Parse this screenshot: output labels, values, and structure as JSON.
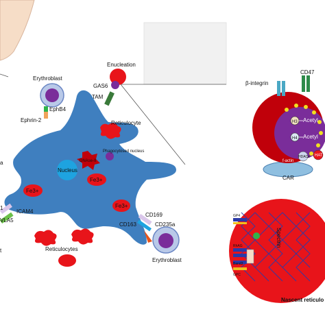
{
  "labels": {
    "erythroblast_top": "Erythroblast",
    "ephb4": "EphB4",
    "ephrin2": "Ephrin-2",
    "enucleation": "Enucleation",
    "gas6": "GAS6",
    "tam": "TAM",
    "reticulocyte": "Reticulocyte",
    "phagocytosed_nucleus": "Phagocytosed nucleus",
    "dnase": "DNAse-II",
    "nucleus": "Nucleus",
    "fe3_a": "Fe3+",
    "fe3_b": "Fe3+",
    "fe3_c": "Fe3+",
    "icam4": "ICAM4",
    "vla5": "VLA5",
    "left_a": "a",
    "left_1": "1",
    "left_t": "t",
    "cd169": "CD169",
    "cd163": "CD163",
    "cd235a": "CD235a",
    "erythroblast_bottom": "Erythroblast",
    "reticulocytes": "Reticulocytes",
    "beta_integrin": "β-integrin",
    "cd47": "CD47",
    "h3": "H3",
    "h4": "H4",
    "acetyl_1": "Acetyl",
    "acetyl_2": "Acetyl",
    "hdacs": "HDACs",
    "hat": "HAT",
    "f_actin": "f-actin",
    "car": "CAR",
    "gp4": "GP4",
    "rhag": "RhAG",
    "band3": "Band3",
    "gpc": "GPC",
    "spectrin": "Spectrin",
    "nascent_reticulocyte": "Nascent reticulo"
  },
  "colors": {
    "macrophage": "#3f7fbf",
    "nucleus_cyan": "#1ea3e0",
    "purple": "#7a2d9a",
    "red": "#e8141a",
    "dark_red": "#c0000a",
    "green": "#2fb34a",
    "skin": "#f6ddc7"
  }
}
